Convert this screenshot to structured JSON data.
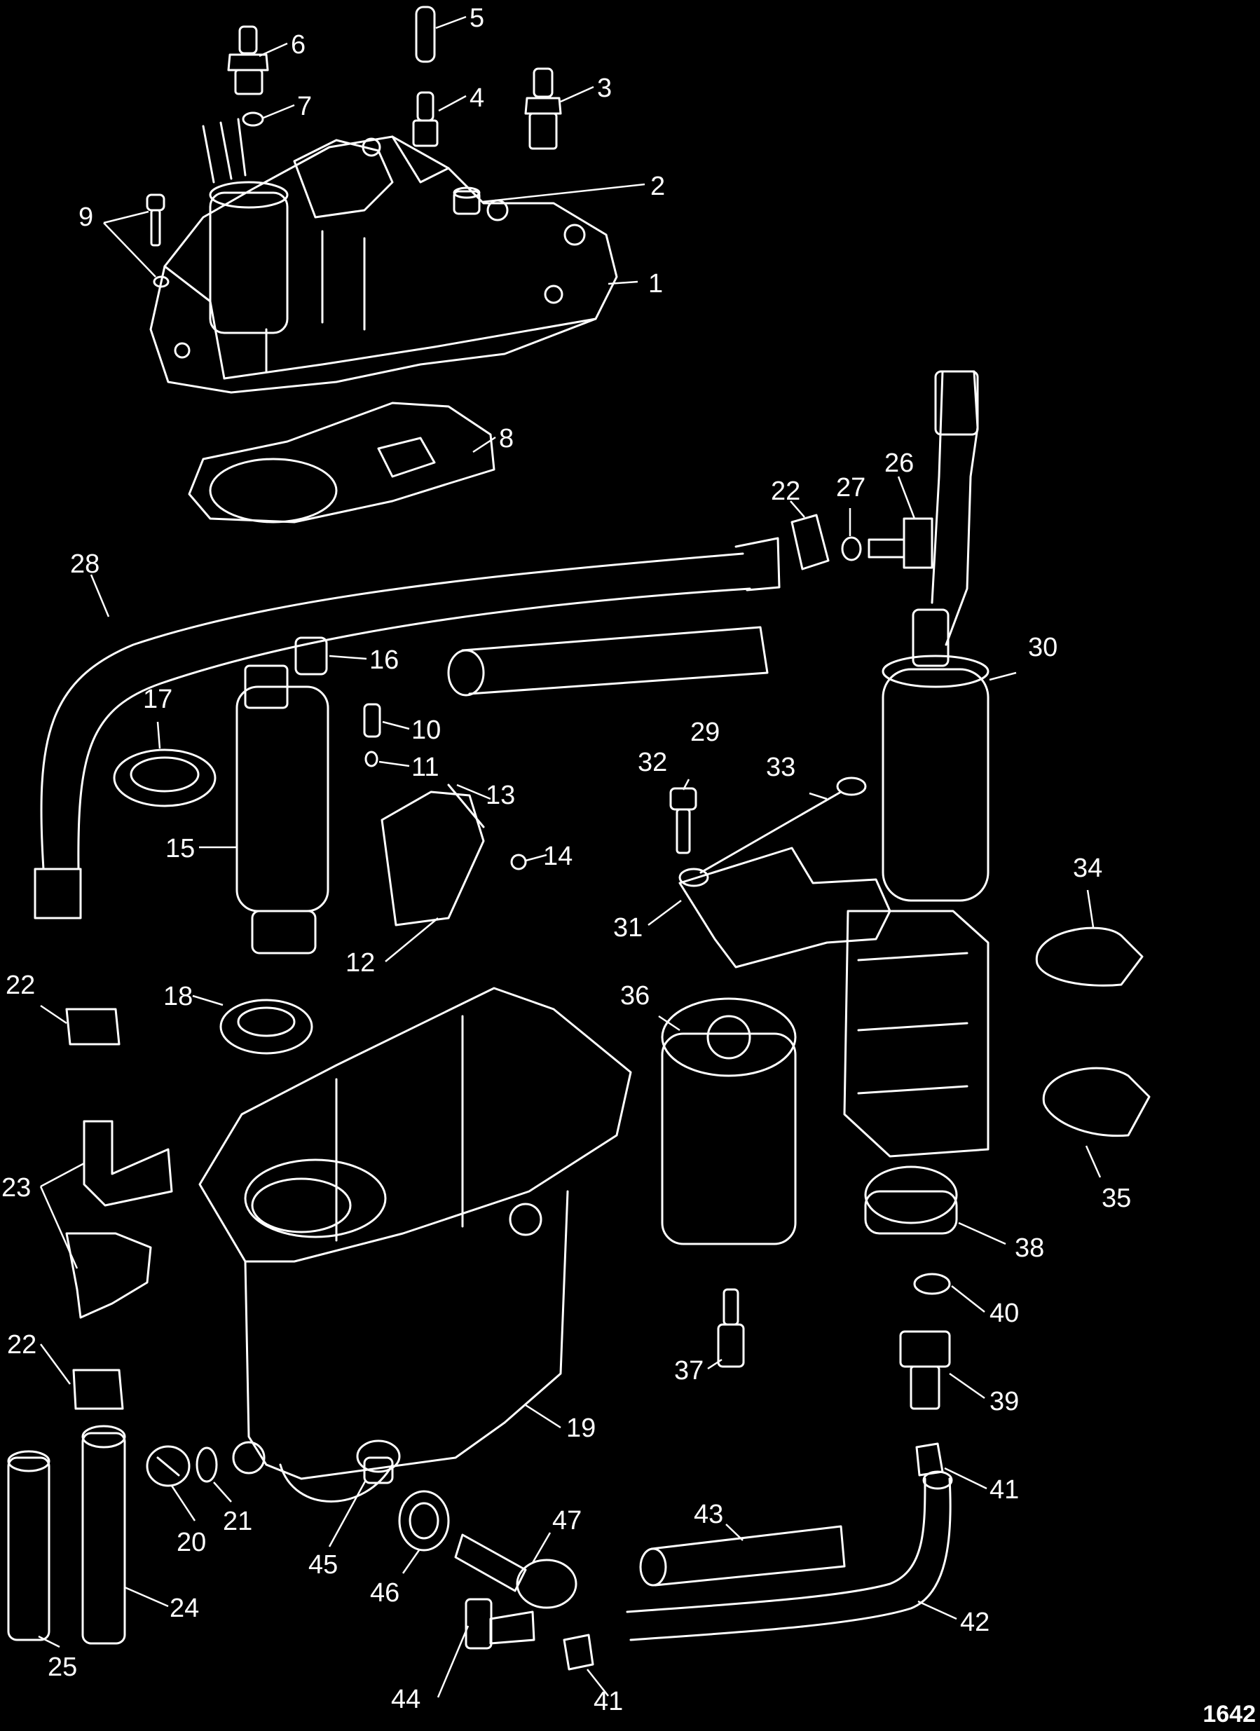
{
  "drawing_id": "1642",
  "callouts": [
    "1",
    "2",
    "3",
    "4",
    "5",
    "6",
    "7",
    "8",
    "9",
    "10",
    "11",
    "12",
    "13",
    "14",
    "15",
    "16",
    "17",
    "18",
    "19",
    "20",
    "21",
    "22",
    "22",
    "22",
    "23",
    "24",
    "25",
    "26",
    "27",
    "28",
    "29",
    "30",
    "31",
    "32",
    "33",
    "34",
    "35",
    "36",
    "37",
    "38",
    "39",
    "40",
    "41",
    "41",
    "42",
    "43",
    "44",
    "45",
    "46",
    "47"
  ]
}
